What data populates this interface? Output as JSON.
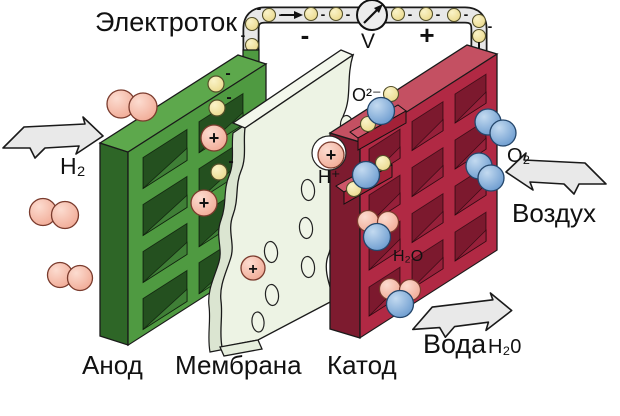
{
  "diagram": {
    "title": "Электроток",
    "circuit": {
      "voltmeter_label": "V",
      "terminal_minus": "-",
      "terminal_plus": "+"
    },
    "plates": {
      "anode_label": "Анод",
      "membrane_label": "Мембрана",
      "cathode_label": "Катод",
      "h2o_on_cathode": "H₂O"
    },
    "flows": {
      "hydrogen_in": "H₂",
      "oxygen_in": "O₂",
      "air_in": "Воздух",
      "water_out": "Вода",
      "water_out_formula": "H₂0"
    },
    "particles": {
      "oxygen_ion_label": "O²⁻",
      "proton_label": "H⁺",
      "ion_plus_sign": "+",
      "electron_minus_sign": "-"
    },
    "colors": {
      "anode_green": "#4f9a41",
      "cathode_red": "#b12944",
      "membrane": "#edf3e4",
      "electron_yellow": "#f3e6a3",
      "hydrogen_pink": "#f4b29f",
      "oxygen_blue": "#6f9fd8",
      "wire_grey": "#e8e8e8"
    }
  }
}
